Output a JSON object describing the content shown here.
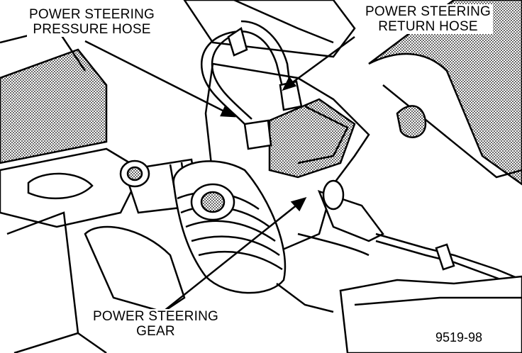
{
  "labels": {
    "pressure_hose": {
      "line1": "POWER STEERING",
      "line2": "PRESSURE HOSE"
    },
    "return_hose": {
      "line1": "POWER STEERING",
      "line2": "RETURN HOSE"
    },
    "gear": {
      "line1": "POWER STEERING",
      "line2": "GEAR"
    }
  },
  "figure_number": "9519-98",
  "colors": {
    "ink": "#000000",
    "paper": "#ffffff",
    "shade": "#9a9a9a"
  }
}
